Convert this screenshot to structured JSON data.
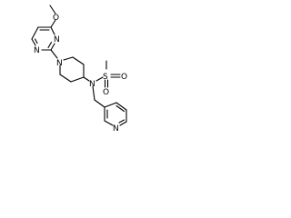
{
  "molecule": {
    "atoms": {
      "o_methoxy": "O",
      "n_pyrimidine_1": "N",
      "n_pyrimidine_2": "N",
      "n_piperidine": "N",
      "n_sulfonamide": "N",
      "s_sulfonyl": "S",
      "o_sulfonyl_1": "O",
      "o_sulfonyl_2": "O",
      "n_pyridine": "N"
    }
  }
}
